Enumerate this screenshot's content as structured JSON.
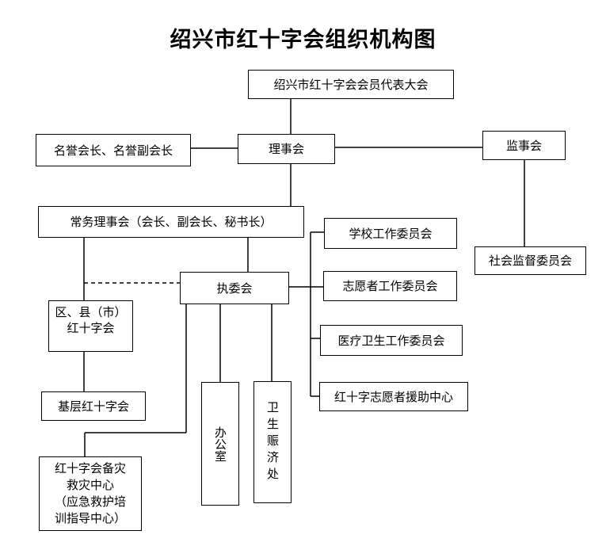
{
  "title": "绍兴市红十字会组织机构图",
  "nodes": {
    "congress": "绍兴市红十字会会员代表大会",
    "honorary": "名誉会长、名誉副会长",
    "council": "理事会",
    "supervisory_board": "监事会",
    "standing_council": "常务理事会（会长、副会长、秘书长）",
    "executive_committee": "执委会",
    "district_county": "区、县（市）\n红十字会",
    "grassroots": "基层红十字会",
    "school_committee": "学校工作委员会",
    "volunteer_committee": "志愿者工作委员会",
    "medical_committee": "医疗卫生工作委员会",
    "volunteer_aid_center": "红十字志愿者援助中心",
    "social_supervision_committee": "社会监督委员会",
    "office": "办公室",
    "health_relief_dept": "卫生赈济处",
    "disaster_center": "红十字会备灾\n救灾中心\n（应急救护培\n训指导中心）"
  }
}
